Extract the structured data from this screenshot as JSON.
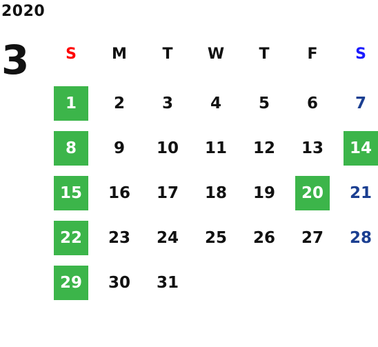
{
  "year": "2020",
  "month": "3",
  "colors": {
    "holiday_bg": "#3cb54a",
    "sunday_header": "#ff0000",
    "saturday_header": "#1a1aff",
    "saturday_number": "#1b3f91",
    "text": "#111111"
  },
  "weekdays": [
    "S",
    "M",
    "T",
    "W",
    "T",
    "F",
    "S"
  ],
  "weeks": [
    [
      {
        "label": "1",
        "holiday": true
      },
      {
        "label": "2",
        "holiday": false
      },
      {
        "label": "3",
        "holiday": false
      },
      {
        "label": "4",
        "holiday": false
      },
      {
        "label": "5",
        "holiday": false
      },
      {
        "label": "6",
        "holiday": false
      },
      {
        "label": "7",
        "holiday": false
      }
    ],
    [
      {
        "label": "8",
        "holiday": true
      },
      {
        "label": "9",
        "holiday": false
      },
      {
        "label": "10",
        "holiday": false
      },
      {
        "label": "11",
        "holiday": false
      },
      {
        "label": "12",
        "holiday": false
      },
      {
        "label": "13",
        "holiday": false
      },
      {
        "label": "14",
        "holiday": true
      }
    ],
    [
      {
        "label": "15",
        "holiday": true
      },
      {
        "label": "16",
        "holiday": false
      },
      {
        "label": "17",
        "holiday": false
      },
      {
        "label": "18",
        "holiday": false
      },
      {
        "label": "19",
        "holiday": false
      },
      {
        "label": "20",
        "holiday": true
      },
      {
        "label": "21",
        "holiday": false
      }
    ],
    [
      {
        "label": "22",
        "holiday": true
      },
      {
        "label": "23",
        "holiday": false
      },
      {
        "label": "24",
        "holiday": false
      },
      {
        "label": "25",
        "holiday": false
      },
      {
        "label": "26",
        "holiday": false
      },
      {
        "label": "27",
        "holiday": false
      },
      {
        "label": "28",
        "holiday": false
      }
    ],
    [
      {
        "label": "29",
        "holiday": true
      },
      {
        "label": "30",
        "holiday": false
      },
      {
        "label": "31",
        "holiday": false
      },
      {
        "label": "",
        "holiday": false
      },
      {
        "label": "",
        "holiday": false
      },
      {
        "label": "",
        "holiday": false
      },
      {
        "label": "",
        "holiday": false
      }
    ]
  ]
}
